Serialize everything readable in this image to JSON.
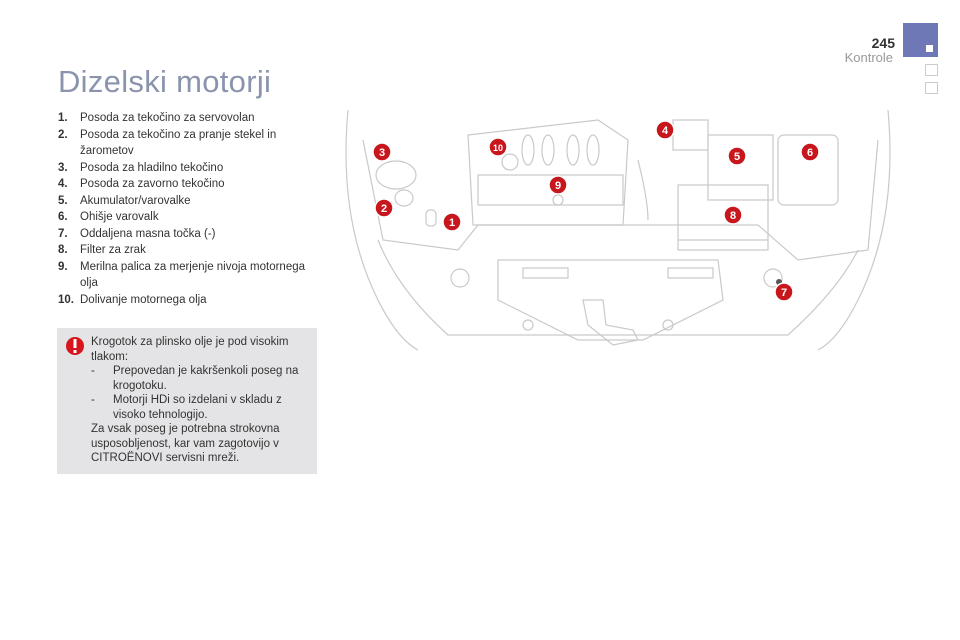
{
  "header": {
    "page_number": "245",
    "section": "Kontrole",
    "accent": "#6e78b7"
  },
  "title": "Dizelski motorji",
  "items": [
    {
      "num": "1.",
      "text": "Posoda za tekočino za servovolan"
    },
    {
      "num": "2.",
      "text": "Posoda za tekočino za pranje stekel in žarometov"
    },
    {
      "num": "3.",
      "text": "Posoda za hladilno tekočino"
    },
    {
      "num": "4.",
      "text": "Posoda za zavorno tekočino"
    },
    {
      "num": "5.",
      "text": "Akumulator/varovalke"
    },
    {
      "num": "6.",
      "text": "Ohišje varovalk"
    },
    {
      "num": "7.",
      "text": "Oddaljena masna točka (-)"
    },
    {
      "num": "8.",
      "text": "Filter za zrak"
    },
    {
      "num": "9.",
      "text": "Merilna palica za merjenje nivoja motornega olja"
    },
    {
      "num": "10.",
      "text": "Dolivanje motornega olja"
    }
  ],
  "warning": {
    "icon": "exclamation-icon",
    "intro": "Krogotok za plinsko olje je pod visokim tlakom:",
    "bullets": [
      "Prepovedan je kakršenkoli poseg na krogotoku.",
      "Motorji HDi so izdelani v skladu z visoko tehnologijo."
    ],
    "bullet_mark": "-",
    "outro": "Za vsak poseg je potrebna strokovna usposobljenost, kar vam zagotovijo v CITROËNOVI servisni mreži."
  },
  "diagram": {
    "callout_color": "#c8161d",
    "callouts": [
      "1",
      "2",
      "3",
      "4",
      "5",
      "6",
      "7",
      "8",
      "9",
      "10"
    ]
  }
}
